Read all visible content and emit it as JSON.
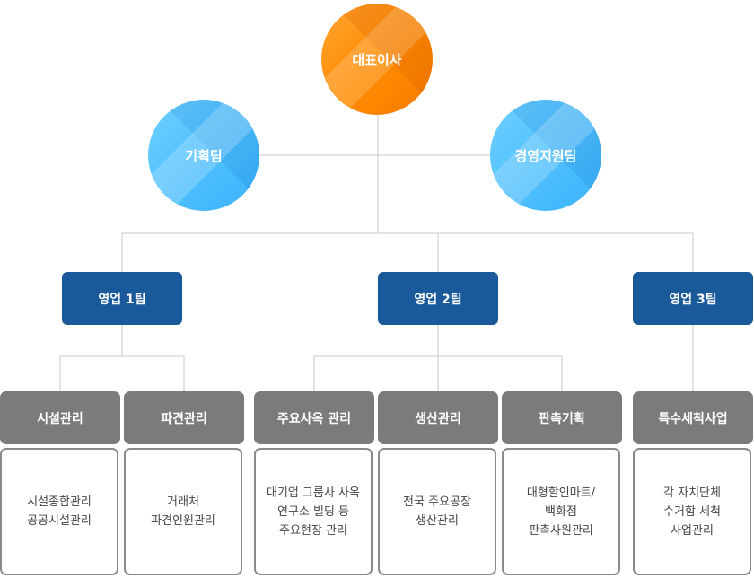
{
  "colors": {
    "ceo": "#ff8a00",
    "dept": "#4fbfff",
    "team": "#1b5a9a",
    "unit": "#7b7b7d",
    "line": "#c8c8c8"
  },
  "ceo": {
    "label": "대표이사"
  },
  "departments": [
    {
      "label": "기획팀"
    },
    {
      "label": "경영지원팀"
    }
  ],
  "teams": [
    {
      "label": "영업 1팀"
    },
    {
      "label": "영업 2팀"
    },
    {
      "label": "영업 3팀"
    }
  ],
  "units": [
    {
      "label": "시설관리",
      "lines": [
        "시설종합관리",
        "공공시설관리"
      ]
    },
    {
      "label": "파견관리",
      "lines": [
        "거래처",
        "파견인원관리"
      ]
    },
    {
      "label": "주요사옥 관리",
      "lines": [
        "대기업 그룹사 사옥",
        "연구소 빌딩 등",
        "주요현장 관리"
      ]
    },
    {
      "label": "생산관리",
      "lines": [
        "전국 주요공장",
        "생산관리"
      ]
    },
    {
      "label": "판촉기획",
      "lines": [
        "대형할인마트/",
        "백화점",
        "판촉사원관리"
      ]
    },
    {
      "label": "특수세척사업",
      "lines": [
        "각 자치단체",
        "수거함 세척",
        "사업관리"
      ]
    }
  ]
}
